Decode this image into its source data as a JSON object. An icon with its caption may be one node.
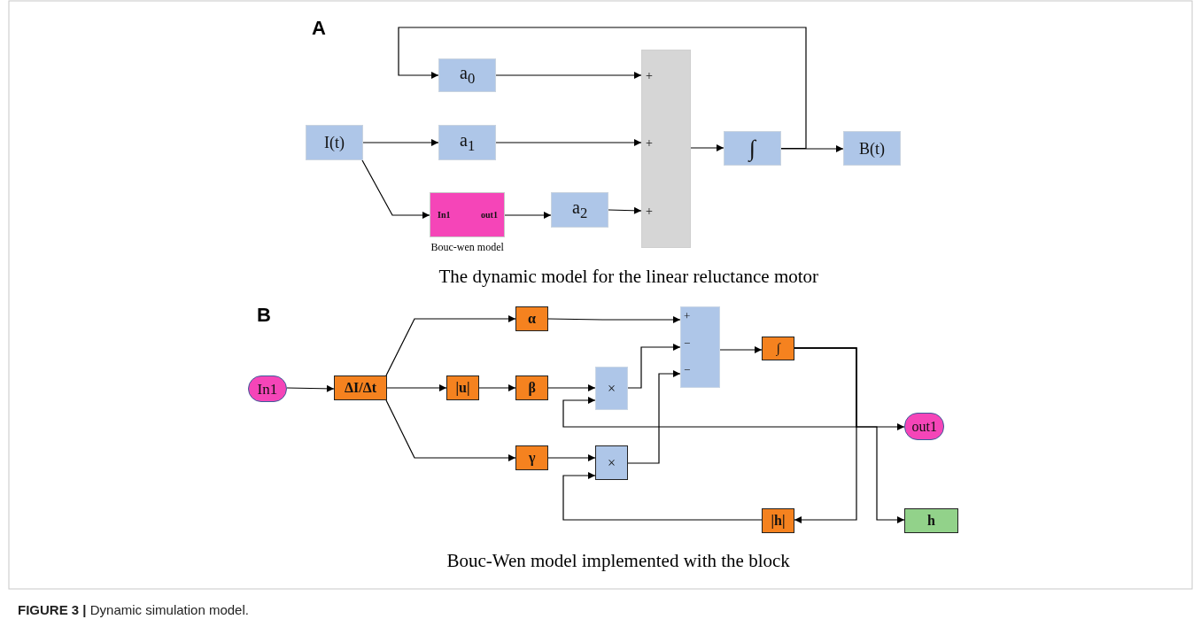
{
  "diagram": {
    "caption": "**FIGURE 3 |** Dynamic simulation model.",
    "nodes": [
      {
        "text": [
          "a$_{0}$"
        ]
      },
      {
        "text": [
          "I(t)"
        ]
      },
      {
        "text": [
          "a$_{1}$"
        ]
      },
      {
        "text": [
          "In1",
          "out1"
        ],
        "beside": [
          "Bouc-wen model"
        ]
      },
      {
        "text": [
          "a$_{2}$"
        ]
      },
      {
        "text": [
          "+",
          "+",
          "+"
        ]
      },
      {
        "text": [
          "∫"
        ]
      },
      {
        "text": [
          "B(t)"
        ]
      },
      {
        "text": [
          "In1"
        ]
      },
      {
        "text": [
          "ΔI/Δt"
        ]
      },
      {
        "text": [
          "α"
        ]
      },
      {
        "text": [
          "|u|"
        ]
      },
      {
        "text": [
          "β"
        ]
      },
      {
        "text": [
          "γ"
        ]
      },
      {
        "text": [
          "×"
        ]
      },
      {
        "text": [
          "×"
        ]
      },
      {
        "text": [
          "+",
          "−",
          "−"
        ]
      },
      {
        "text": [
          "∫"
        ]
      },
      {
        "text": [
          "out1"
        ]
      },
      {
        "text": [
          "|h|"
        ]
      },
      {
        "text": [
          "h"
        ]
      }
    ],
    "edges": [
      {
        "from": 6,
        "to": 0,
        "arrow": "to"
      },
      {
        "from": 0,
        "to": 5,
        "arrow": "to"
      },
      {
        "from": 1,
        "to": 2,
        "arrow": "to"
      },
      {
        "from": 1,
        "to": 3,
        "arrow": "to"
      },
      {
        "from": 2,
        "to": 5,
        "arrow": "to"
      },
      {
        "from": 3,
        "to": 4,
        "arrow": "to"
      },
      {
        "from": 4,
        "to": 5,
        "arrow": "to"
      },
      {
        "from": 5,
        "to": 6,
        "arrow": "to"
      },
      {
        "from": 6,
        "to": 7,
        "arrow": "to"
      },
      {
        "from": 8,
        "to": 9,
        "arrow": "to"
      },
      {
        "from": 9,
        "to": 10,
        "arrow": "to"
      },
      {
        "from": 9,
        "to": 11,
        "arrow": "to"
      },
      {
        "from": 9,
        "to": 13,
        "arrow": "to"
      },
      {
        "from": 11,
        "to": 12,
        "arrow": "to"
      },
      {
        "from": 12,
        "to": 14,
        "arrow": "to"
      },
      {
        "from": 10,
        "to": 16,
        "arrow": "to"
      },
      {
        "from": 14,
        "to": 16,
        "arrow": "to"
      },
      {
        "from": 13,
        "to": 15,
        "arrow": "to"
      },
      {
        "from": 15,
        "to": 16,
        "arrow": "to"
      },
      {
        "from": 16,
        "to": 17,
        "arrow": "to"
      },
      {
        "from": 17,
        "to": 19,
        "arrow": "to"
      },
      {
        "from": 19,
        "to": 15,
        "arrow": "to"
      },
      {
        "from": 17,
        "to": 18,
        "arrow": "to"
      },
      {
        "from": 17,
        "to": 20,
        "arrow": "to"
      },
      {
        "from": 17,
        "to": 14,
        "arrow": "to"
      }
    ],
    "labels": [
      "A",
      "The dynamic model for the linear reluctance motor",
      "B",
      "Bouc-Wen model implemented with the block"
    ]
  }
}
